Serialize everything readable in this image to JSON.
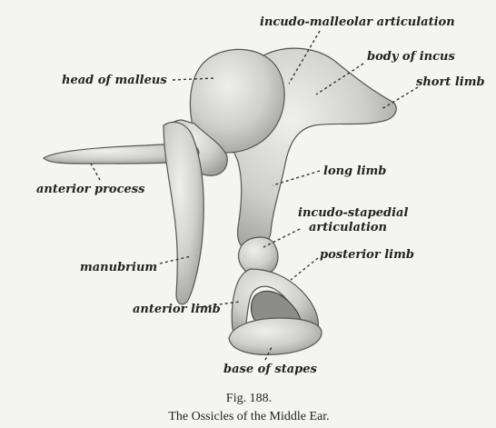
{
  "figure": {
    "labels": {
      "incudo_malleolar": "incudo-malleolar articulation",
      "head_of_malleus": "head of malleus",
      "body_of_incus": "body of incus",
      "short_limb": "short limb",
      "long_limb": "long limb",
      "anterior_process": "anterior process",
      "incudo_stapedial_1": "incudo-stapedial",
      "incudo_stapedial_2": "articulation",
      "posterior_limb": "posterior limb",
      "manubrium": "manubrium",
      "anterior_limb": "anterior limb",
      "base_of_stapes": "base of stapes"
    },
    "caption": {
      "number": "Fig. 188.",
      "title": "The Ossicles of the Middle Ear."
    },
    "colors": {
      "background": "#f4f4f1",
      "bone_light": "#e2e2de",
      "bone_shadow": "#9a9a96",
      "ink": "#222222"
    }
  }
}
